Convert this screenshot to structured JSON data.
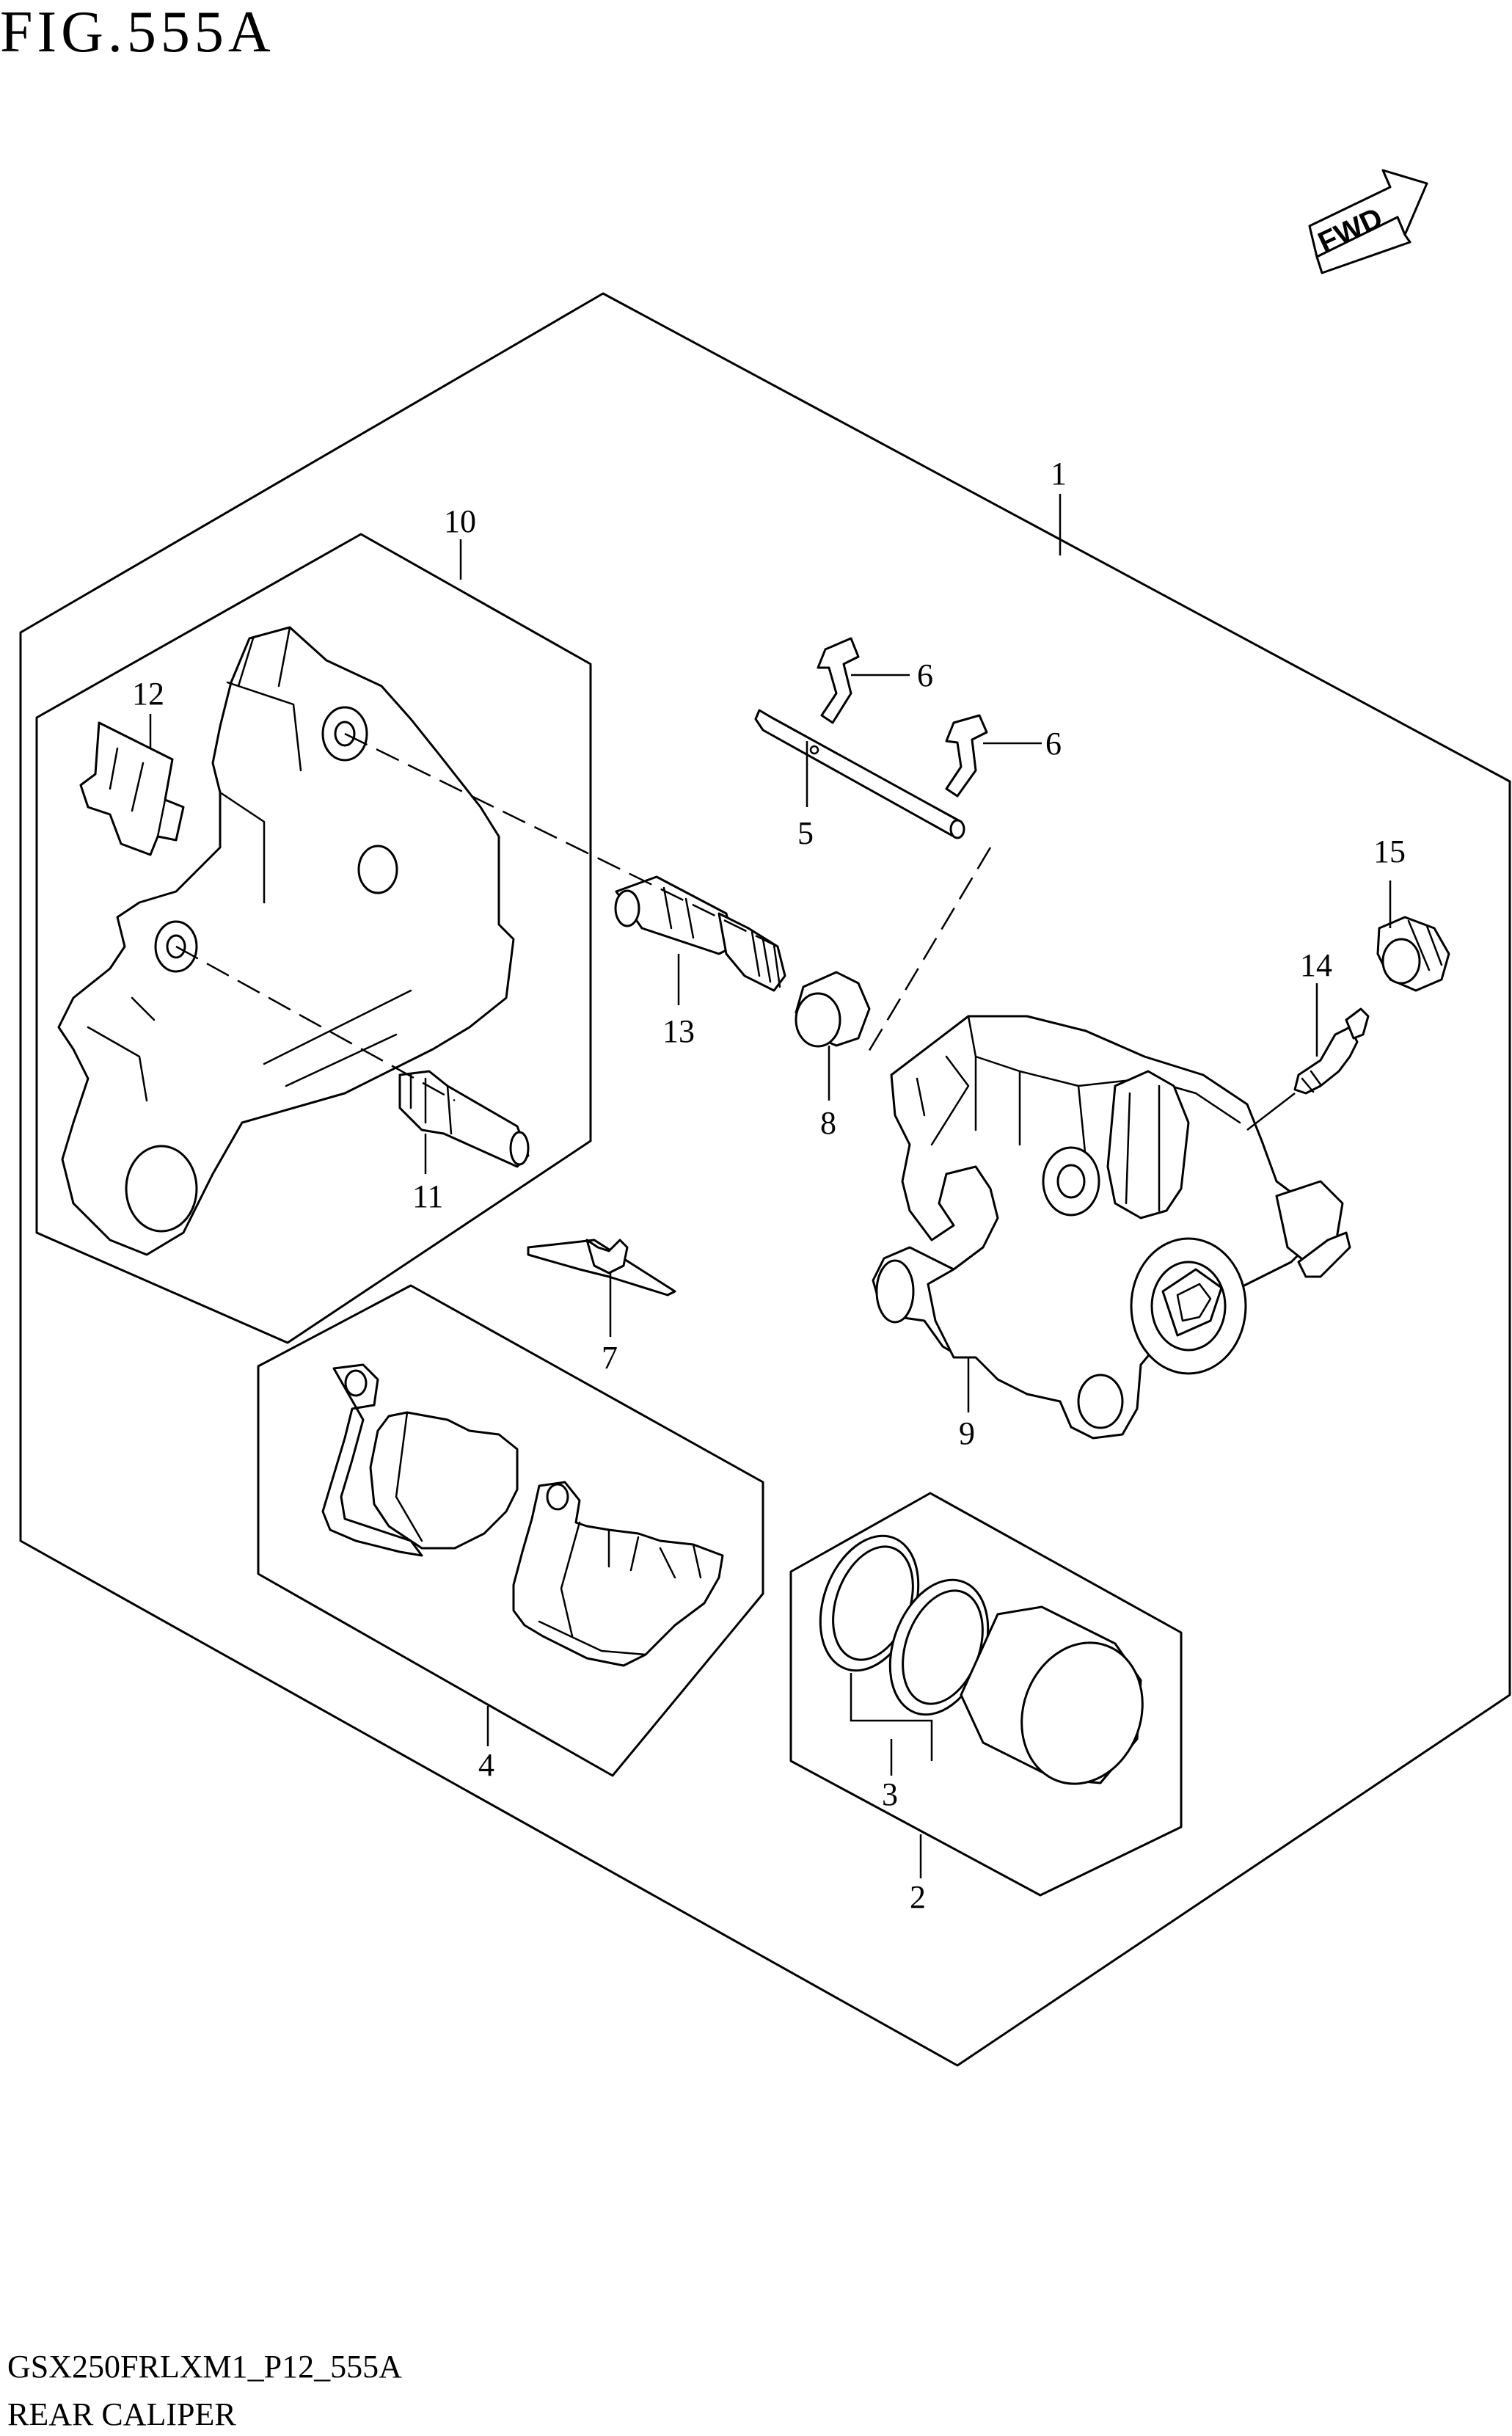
{
  "figure": {
    "title": "FIG.555A",
    "fwd_label": "FWD",
    "diagram_code": "GSX250FRLXM1_P12_555A",
    "caption": "REAR CALIPER"
  },
  "callouts": [
    "1",
    "2",
    "3",
    "4",
    "5",
    "6",
    "6",
    "7",
    "8",
    "9",
    "10",
    "11",
    "12",
    "13",
    "14",
    "15"
  ],
  "icons": [
    "fwd-arrow-icon"
  ]
}
